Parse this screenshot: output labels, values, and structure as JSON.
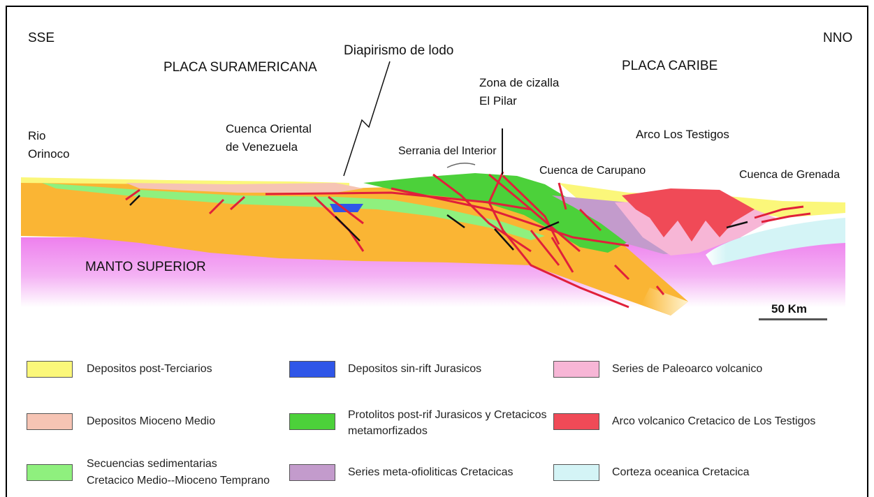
{
  "orientation": {
    "left": "SSE",
    "right": "NNO"
  },
  "plates": {
    "south_american": "PLACA SURAMERICANA",
    "caribbean": "PLACA CARIBE"
  },
  "labels": {
    "mud_diapirism": "Diapirismo de lodo",
    "shear_zone_line1": "Zona de cizalla",
    "shear_zone_line2": "El Pilar",
    "orinoco_line1": "Rio",
    "orinoco_line2": "Orinoco",
    "eastern_basin_line1": "Cuenca Oriental",
    "eastern_basin_line2": "de Venezuela",
    "interior_range": "Serrania del Interior",
    "testigos_arc": "Arco Los Testigos",
    "carupano_basin": "Cuenca de Carupano",
    "grenada_basin": "Cuenca de Grenada",
    "upper_mantle": "MANTO SUPERIOR"
  },
  "scale": {
    "label": "50 Km"
  },
  "colors": {
    "post_tertiary": "#fbf77a",
    "middle_miocene": "#f6c4b4",
    "sedimentary_sequences": "#8ff07e",
    "synrift_jurassic": "#2f56e8",
    "protoliths": "#4cd13a",
    "meta_ophiolitic": "#c39bcc",
    "paleoarc": "#f7b6d6",
    "testigos_arc": "#f04a57",
    "oceanic_crust": "#d4f4f6",
    "basement_orange": "#fab534",
    "mantle": "#ee7fee",
    "faults": "#e0203a"
  },
  "legend": [
    {
      "key": "post_tertiary",
      "line1": "Depositos post-Terciarios",
      "line2": ""
    },
    {
      "key": "synrift_jurassic",
      "line1": "Depositos sin-rift Jurasicos",
      "line2": ""
    },
    {
      "key": "paleoarc",
      "line1": "Series de Paleoarco volcanico",
      "line2": ""
    },
    {
      "key": "middle_miocene",
      "line1": "Depositos Mioceno Medio",
      "line2": ""
    },
    {
      "key": "protoliths",
      "line1": "Protolitos post-rif Jurasicos y Cretacicos",
      "line2": "metamorfizados"
    },
    {
      "key": "testigos_arc",
      "line1": "Arco volcanico Cretacico de Los Testigos",
      "line2": ""
    },
    {
      "key": "sedimentary_sequences",
      "line1": "Secuencias sedimentarias",
      "line2": "Cretacico Medio--Mioceno Temprano"
    },
    {
      "key": "meta_ophiolitic",
      "line1": "Series meta-ofioliticas Cretacicas",
      "line2": ""
    },
    {
      "key": "oceanic_crust",
      "line1": "Corteza oceanica Cretacica",
      "line2": ""
    }
  ]
}
